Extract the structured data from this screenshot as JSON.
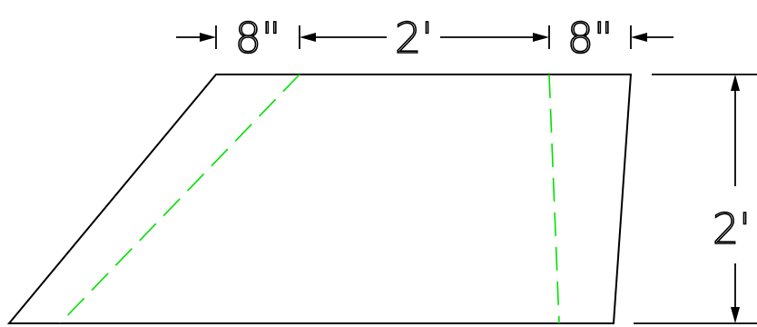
{
  "colors": {
    "outline": "#000000",
    "hidden_line": "#00e000",
    "background": "#ffffff"
  },
  "dimensions": {
    "left_width": "8\"",
    "middle_width": "2'",
    "right_width": "8\"",
    "height": "2'"
  }
}
